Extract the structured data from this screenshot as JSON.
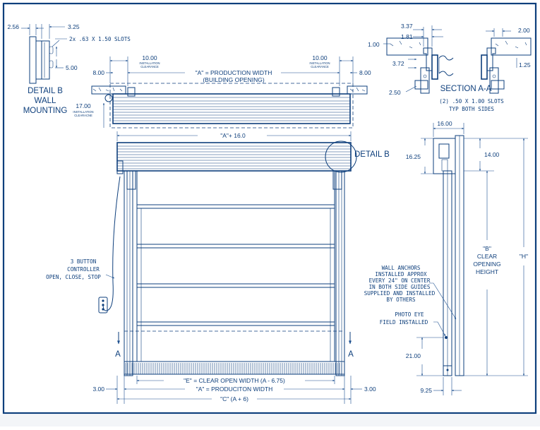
{
  "detail_b_wall": {
    "dim_top_left": "2.56",
    "dim_top_right": "3.25",
    "slots_note": "2x .63 X 1.50 SLOTS",
    "dim_lower": "5.00",
    "title_line1": "DETAIL B",
    "title_line2": "WALL",
    "title_line3": "MOUNTING"
  },
  "top_view": {
    "install_left": "10.00",
    "install_right": "10.00",
    "install_note_l1": "INSTALLATION",
    "install_note_l2": "CLEARANCE",
    "prod_width_l1": "\"A\" = PRODUCTION WIDTH",
    "prod_width_l2": "(BUILDING OPENING)",
    "side_left": "8.00",
    "side_right": "8.00",
    "clear_dim": "17.00",
    "clear_note_l1": "INSTALLATION",
    "clear_note_l2": "CLEARACNE"
  },
  "section_aa": {
    "dim_337": "3.37",
    "dim_181": "1.81",
    "dim_100": "1.00",
    "dim_372": "3.72",
    "dim_250": "2.50",
    "dim_200": "2.00",
    "dim_125": "1.25",
    "title": "SECTION A-A",
    "slots_l1": "(2) .50 X 1.00 SLOTS",
    "slots_l2": "TYP BOTH SIDES"
  },
  "front_view": {
    "overall_width": "\"A\"+ 16.0",
    "detail_b": "DETAIL B",
    "controller_l1": "3 BUTTON",
    "controller_l2": "CONTROLLER",
    "controller_l3": "OPEN, CLOSE, STOP",
    "section_mark_left": "A",
    "section_mark_right": "A",
    "clear_open_width": "\"E\" = CLEAR OPEN WIDTH (A - 6.75)",
    "prod_width": "\"A\" = PRODUCITON WIDTH",
    "c_width": "\"C\" (A + 6)",
    "side_left": "3.00",
    "side_right": "3.00"
  },
  "side_view": {
    "dim_top": "16.00",
    "dim_1625": "16.25",
    "dim_1400": "14.00",
    "b_l1": "\"B\"",
    "b_l2": "CLEAR",
    "b_l3": "OPENING",
    "b_l4": "HEIGHT",
    "h_label": "\"H\"",
    "anchors_l1": "WALL ANCHORS",
    "anchors_l2": "INSTALLED APPROX",
    "anchors_l3": "EVERY 24\" ON CENTER",
    "anchors_l4": "IN BOTH SIDE GUIDES",
    "anchors_l5": "SUPPLIED AND INSTALLED",
    "anchors_l6": "BY OTHERS",
    "photo_l1": "PHOTO EYE",
    "photo_l2": "FIELD INSTALLED",
    "dim_2100": "21.00",
    "dim_925": "9.25"
  }
}
